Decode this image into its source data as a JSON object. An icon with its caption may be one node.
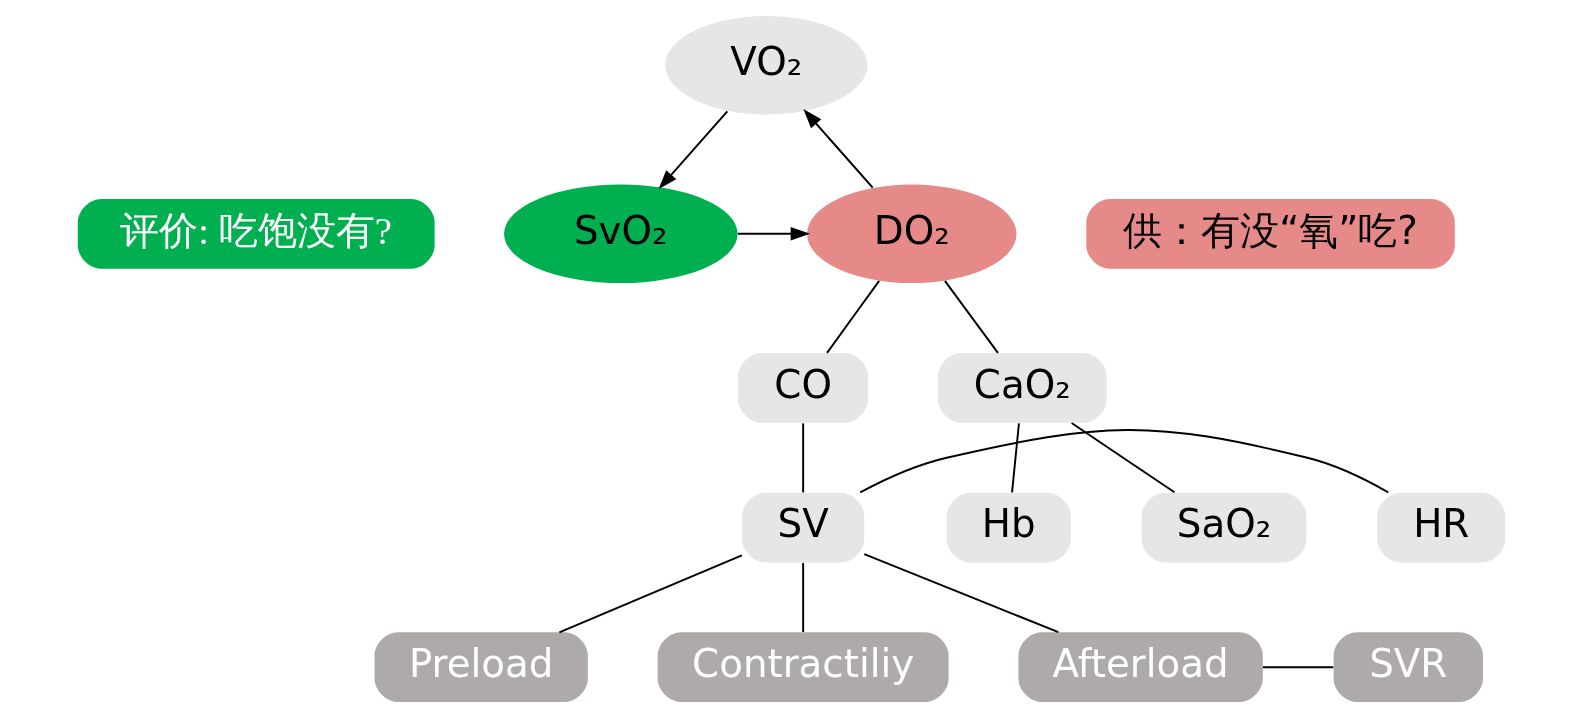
{
  "diagram": {
    "nodes": [
      {
        "text": [
          "VO₂"
        ]
      },
      {
        "text": [
          "SvO₂"
        ]
      },
      {
        "text": [
          "评价: 吃饱没有?"
        ]
      },
      {
        "text": [
          "DO₂"
        ]
      },
      {
        "text": [
          "供：有没“氧”吃?"
        ]
      },
      {
        "text": [
          "CO"
        ]
      },
      {
        "text": [
          "CaO₂"
        ]
      },
      {
        "text": [
          "HR"
        ]
      },
      {
        "text": [
          "SV"
        ]
      },
      {
        "text": [
          "Hb"
        ]
      },
      {
        "text": [
          "SaO₂"
        ]
      },
      {
        "text": [
          "Preload"
        ]
      },
      {
        "text": [
          "Contractiliy"
        ]
      },
      {
        "text": [
          "Afterload"
        ]
      },
      {
        "text": [
          "SVR"
        ]
      }
    ],
    "edges": [
      {
        "from": 0,
        "to": 1,
        "arrow": "to"
      },
      {
        "from": 1,
        "to": 3,
        "arrow": "to"
      },
      {
        "from": 3,
        "to": 0,
        "arrow": "to"
      },
      {
        "from": 3,
        "to": 5,
        "arrow": "none"
      },
      {
        "from": 3,
        "to": 6,
        "arrow": "none"
      },
      {
        "from": 5,
        "to": 8,
        "arrow": "none"
      },
      {
        "from": 7,
        "to": 8,
        "arrow": "none"
      },
      {
        "from": 6,
        "to": 9,
        "arrow": "none"
      },
      {
        "from": 6,
        "to": 10,
        "arrow": "none"
      },
      {
        "from": 8,
        "to": 11,
        "arrow": "none"
      },
      {
        "from": 8,
        "to": 12,
        "arrow": "none"
      },
      {
        "from": 8,
        "to": 13,
        "arrow": "none"
      },
      {
        "from": 14,
        "to": 13,
        "arrow": "none"
      }
    ]
  }
}
